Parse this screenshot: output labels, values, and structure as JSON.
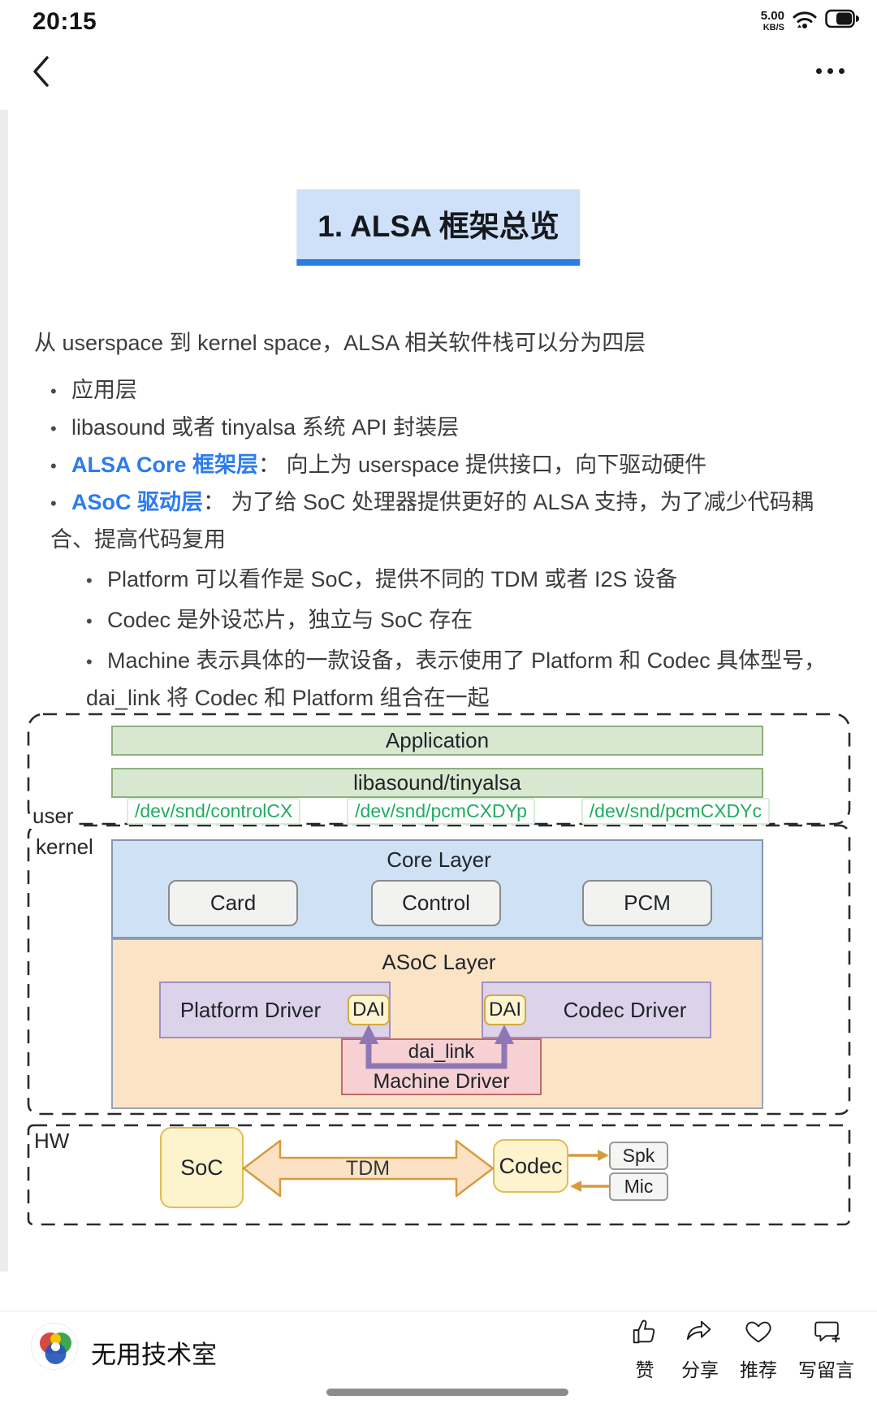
{
  "status_bar": {
    "time": "20:15",
    "net_speed": "5.00",
    "net_unit": "KB/S"
  },
  "article": {
    "title": "1. ALSA 框架总览",
    "intro": "从 userspace 到 kernel space，ALSA 相关软件栈可以分为四层",
    "bullets_l1": [
      {
        "text": "应用层"
      },
      {
        "text": "libasound 或者 tinyalsa 系统 API 封装层"
      },
      {
        "term": "ALSA Core 框架层",
        "text": "： 向上为 userspace 提供接口，向下驱动硬件"
      },
      {
        "term": "ASoC 驱动层",
        "text": "： 为了给 SoC 处理器提供更好的 ALSA 支持，为了减少代码耦合、提高代码复用"
      }
    ],
    "bullets_l2": [
      {
        "text": "Platform 可以看作是 SoC，提供不同的 TDM 或者 I2S 设备"
      },
      {
        "text": "Codec 是外设芯片，独立与 SoC 存在"
      },
      {
        "text": "Machine 表示具体的一款设备，表示使用了 Platform 和 Codec 具体型号，dai_link 将 Codec 和 Platform 组合在一起"
      }
    ]
  },
  "diagram": {
    "user_label": "user",
    "kernel_label": "kernel",
    "hw_label": "HW",
    "application": "Application",
    "libasound": "libasound/tinyalsa",
    "dev_nodes": [
      "/dev/snd/controlCX",
      "/dev/snd/pcmCXDYp",
      "/dev/snd/pcmCXDYc"
    ],
    "core_layer": {
      "title": "Core Layer",
      "card": "Card",
      "control": "Control",
      "pcm": "PCM"
    },
    "asoc_layer": {
      "title": "ASoC Layer",
      "platform_driver": "Platform Driver",
      "codec_driver": "Codec Driver",
      "dai_left": "DAI",
      "dai_right": "DAI",
      "dai_link": "dai_link",
      "machine_driver": "Machine Driver"
    },
    "hw": {
      "soc": "SoC",
      "tdm": "TDM",
      "codec": "Codec",
      "spk": "Spk",
      "mic": "Mic"
    }
  },
  "footer": {
    "author": "无用技术室",
    "actions": [
      {
        "label": "赞"
      },
      {
        "label": "分享"
      },
      {
        "label": "推荐"
      },
      {
        "label": "写留言"
      }
    ]
  },
  "colors": {
    "accent_blue": "#2b7cee",
    "title_highlight": "#cfe1f8",
    "title_underline": "#2b7de1",
    "green_fill": "#d8e8d0",
    "dev_green_text": "#1fad5e",
    "core_fill": "#cfe2f5",
    "asoc_fill": "#fbe4c6",
    "purple_fill": "#dcd3ea",
    "dai_fill": "#fdf3cf",
    "machine_fill": "#f6d0d2",
    "connector_purple": "#8f77b5",
    "hw_yellow": "#fdf3cd",
    "tdm_orange": "#d79b3e",
    "chip_gray": "#f5f5f3"
  }
}
